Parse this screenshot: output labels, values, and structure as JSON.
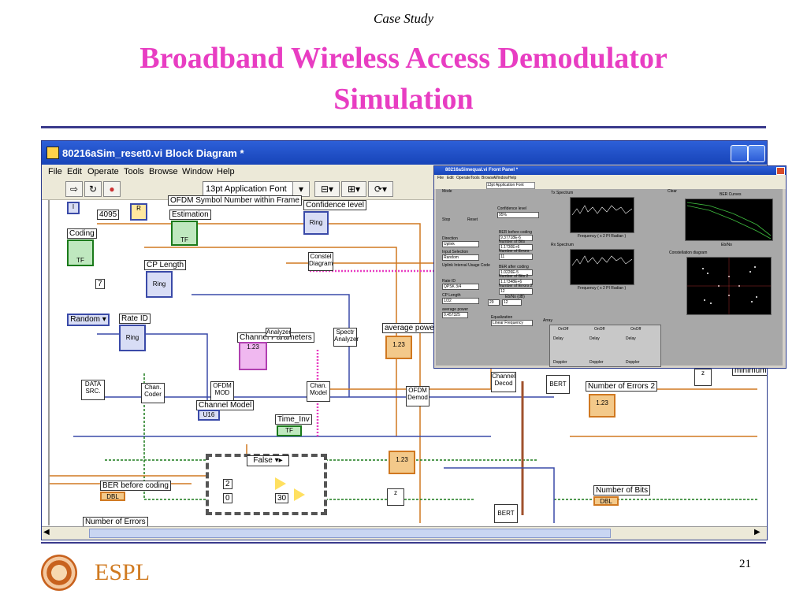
{
  "slide": {
    "kicker": "Case Study",
    "title_line1": "Broadband Wireless Access Demodulator",
    "title_line2": "Simulation",
    "org": "ESPL",
    "page_number": "21"
  },
  "block_diagram": {
    "window_title": "80216aSim_reset0.vi Block Diagram *",
    "menu": [
      "File",
      "Edit",
      "Operate",
      "Tools",
      "Browse",
      "Window",
      "Help"
    ],
    "font_select": "13pt Application Font",
    "labels": {
      "ofdm_symbol": "OFDM Symbol Number within Frame",
      "const_4095": "4095",
      "estimation": "Estimation",
      "confidence": "Confidence level",
      "coding": "Coding",
      "cp_length": "CP Length",
      "const_7": "7",
      "random": "Random",
      "rate_id": "Rate ID",
      "channel_params": "Channel Parameters",
      "average_power": "average power",
      "data_src": "DATA SRC.",
      "chan_coder": "Chan. Coder",
      "ofdm_mod": "OFDM MOD",
      "chan_model_node": "Chan. Model",
      "ofdm_demod": "OFDM Demod",
      "channel_model": "Channel Model",
      "time_inv": "Time_Inv",
      "case_false": "False",
      "const_2": "2",
      "const_0": "0",
      "const_30": "30",
      "ber_before": "BER before coding",
      "num_errors": "Number of Errors",
      "num_errors2": "Number of Errors 2",
      "num_bits": "Number of Bits",
      "bert1": "BERT",
      "bert2": "BERT",
      "channel_decod": "Channel Decod",
      "const_diagram": "Constel Diagram",
      "spectr": "Spectr Analyzer",
      "analyzer": "Analyzer",
      "ring": "Ring",
      "u16": "U16",
      "tf": "TF",
      "dbl": "DBL",
      "n123": "1.23",
      "i_term": "I",
      "minimum": "minimum"
    }
  },
  "front_panel": {
    "window_title": "80216aSimequal.vi Front Panel *",
    "menu": [
      "File",
      "Edit",
      "Operate",
      "Tools",
      "Browse",
      "Window",
      "Help"
    ],
    "font_select": "13pt Application Font",
    "labels": {
      "mode": "Mode",
      "stop": "Stop",
      "reset": "Reset",
      "confidence": "Confidence level",
      "confidence_val": "95%",
      "direction": "Direction",
      "direction_val": "Uplink",
      "input_sel": "Input Selection",
      "input_val": "Random",
      "uiuc": "Uplink Interval Usage Code",
      "rate_id": "Rate ID",
      "rate_val": "QPSK 3/4",
      "cp_length": "CP Length",
      "cp_val": "1/32",
      "avg_power": "average power",
      "avg_val": "0.457325",
      "ber_before": "BER before coding",
      "ber_before_val": "9.37718E-6",
      "num_bits": "Number of Bits",
      "num_bits_val": "1.1730E+6",
      "num_errors": "Number of Errors",
      "num_errors_val": "11",
      "ber_after": "BER after coding",
      "ber_after_val": "1.0226E-5",
      "num_bits2": "Number of Bits 2",
      "num_bits2_val": "1.17348E+6",
      "num_errors2": "Number of Errors 2",
      "num_errors2_val": "12",
      "ebno": "Eb/No (dB)",
      "ebno_val": "12",
      "ebno_start": "29",
      "equalization": "Equalization",
      "equal_val": "Linear Frequency",
      "array": "Array",
      "tx": "Tx Spectrum",
      "rx": "Rx Spectrum",
      "ber_curves": "BER Curves",
      "constellation": "Constellation diagram",
      "clear": "Clear",
      "freq_axis": "Frequency ( x 2 PI Radian )",
      "ebno_axis": "Eb/No",
      "onoff": "OnOff",
      "delay": "Delay",
      "doppler": "Doppler"
    }
  }
}
